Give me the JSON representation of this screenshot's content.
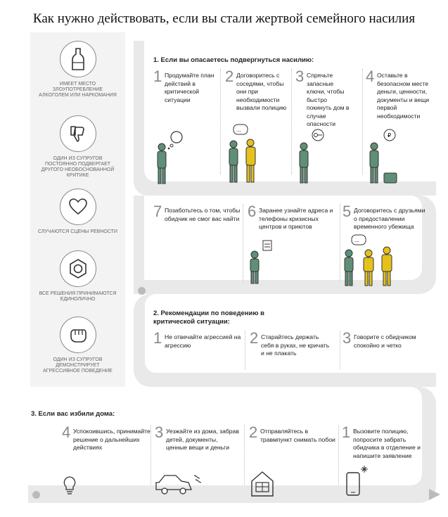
{
  "title": "Как нужно действовать, если вы стали жертвой семейного насилия",
  "colors": {
    "accent": "#e6c11b",
    "figure": "#5f8f76",
    "band": "#e9e9e9",
    "sidebar": "#f3f3f3"
  },
  "sidebar": {
    "items": [
      {
        "icon": "bottle-icon",
        "text": "Имеет место злоупотребление алкоголем или наркомания"
      },
      {
        "icon": "thumbs-down-icon",
        "text": "Один из супругов постоянно подвергает другого необоснованной критике"
      },
      {
        "icon": "heart-icon",
        "text": "Случаются сцены ревности"
      },
      {
        "icon": "hex-nut-icon",
        "text": "Все решения принимаются единолично"
      },
      {
        "icon": "fist-icon",
        "text": "Один из супругов демонстрирует агрессивное поведение"
      }
    ]
  },
  "section1": {
    "title": "1. Если вы опасаетесь подвергнуться насилию:",
    "steps": [
      {
        "num": "1",
        "text": "Продумайте план действий в критической ситуации"
      },
      {
        "num": "2",
        "text": "Договоритесь с соседями, чтобы они при необходимости вызвали полицию"
      },
      {
        "num": "3",
        "text": "Спрячьте запасные ключи, чтобы быстро покинуть дом в случае опасности"
      },
      {
        "num": "4",
        "text": "Оставьте в безопасном месте деньги, ценности, документы и вещи первой необходимости"
      },
      {
        "num": "5",
        "text": "Договоритесь с друзьями о предоставлении временного убежища"
      },
      {
        "num": "6",
        "text": "Заранее узнайте адреса и телефоны кризисных центров и приютов"
      },
      {
        "num": "7",
        "text": "Позаботьтесь о том, чтобы обидчик не смог вас найти"
      }
    ]
  },
  "section2": {
    "title": "2. Рекомендации по поведению в критической ситуации:",
    "steps": [
      {
        "num": "1",
        "text": "Не отвечайте агрессией на агрессию"
      },
      {
        "num": "2",
        "text": "Старайтесь держать себя в руках, не кричать и не плакать"
      },
      {
        "num": "3",
        "text": "Говорите с обидчиком спокойно и четко"
      }
    ]
  },
  "section3": {
    "title": "3. Если вас избили дома:",
    "steps": [
      {
        "num": "4",
        "text": "Успокоившись, принимайте решение о дальнейших действиях"
      },
      {
        "num": "3",
        "text": "Уезжайте из дома, забрав детей, документы, ценные вещи и деньги"
      },
      {
        "num": "2",
        "text": "Отправляйтесь в травмпункт снимать побои"
      },
      {
        "num": "1",
        "text": "Вызовите полицию, попросите забрать обидчика в отделение и напишите заявление"
      }
    ]
  }
}
